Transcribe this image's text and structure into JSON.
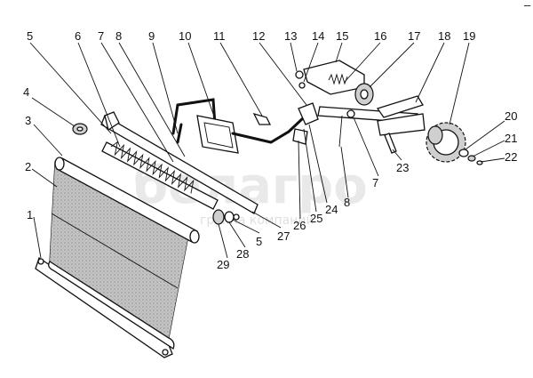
{
  "diagram": {
    "type": "exploded-parts-drawing",
    "watermark": {
      "main": "белагро",
      "sub": "группа компаний"
    },
    "labels": [
      "1",
      "2",
      "3",
      "4",
      "5",
      "6",
      "7",
      "8",
      "9",
      "10",
      "11",
      "12",
      "13",
      "14",
      "15",
      "16",
      "17",
      "18",
      "19",
      "20",
      "21",
      "22",
      "23",
      "24",
      "25",
      "26",
      "27",
      "28",
      "29",
      "7",
      "8",
      "5"
    ],
    "corner_mark": "–"
  }
}
